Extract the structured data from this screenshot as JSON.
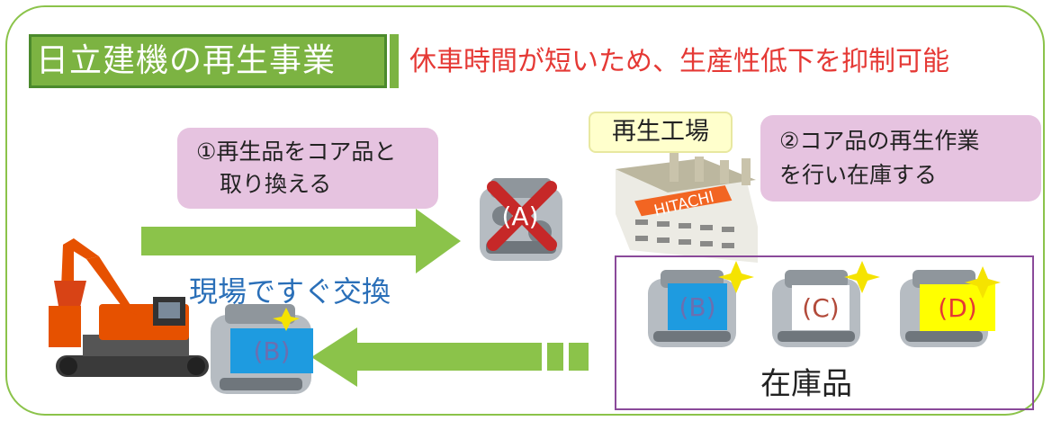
{
  "header": {
    "title": "日立建機の再生事業",
    "subtitle": "休車時間が短いため、生産性低下を抑制可能"
  },
  "step1": {
    "line1": "①再生品をコア品と",
    "line2": "取り換える"
  },
  "step2": {
    "line1": "②コア品の再生作業",
    "line2": "を行い在庫する"
  },
  "factory": {
    "label": "再生工場",
    "brand": "HITACHI"
  },
  "onsite": {
    "label": "現場ですぐ交換"
  },
  "engines": {
    "removed": "(A)",
    "installed": "(B)",
    "stock": [
      "(B)",
      "(C)",
      "(D)"
    ]
  },
  "inventory": {
    "label": "在庫品"
  },
  "colors": {
    "frame": "#8bc34a",
    "title_bg": "#7cb342",
    "subtitle": "#e53935",
    "callout": "#e6c3e0",
    "arrow": "#8bc34a",
    "tag_blue": "#1e9be0",
    "tag_yellow": "#ffff00",
    "cross": "#c62828",
    "inventory_border": "#8a4a9a"
  }
}
